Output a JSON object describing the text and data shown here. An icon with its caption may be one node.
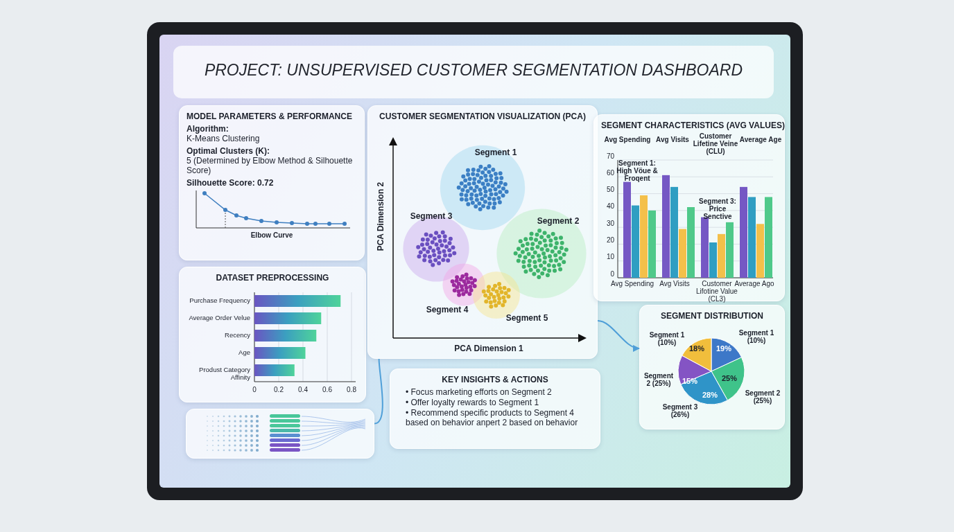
{
  "diagram": {
    "title": "PROJECT: UNSUPERVISED CUSTOMER SEGMENTATION DASHBOARD",
    "nodes": [
      {
        "text": [
          "MODEL PARAMETERS & PERFORMANCE",
          "Algorithm:",
          "K-Means Clustering",
          "Optimal Clusters (K):",
          "5 (Determined by Elbow Method & Silhouette Score)",
          "**Silhouette Score:** 0.72",
          "Elbow Curve"
        ]
      },
      {
        "text": [
          "DATASET PREPROCESSING"
        ]
      },
      {
        "text": [],
        "shape": "box"
      },
      {
        "text": [
          "CUSTOMER SEGMENTATION VISUALIZATION (PCA)"
        ]
      },
      {
        "text": [
          "SEGMENT CHARACTERISTICS (AVG VALUES)"
        ]
      },
      {
        "text": [
          "SEGMENT DISTRIBUTION"
        ]
      },
      {
        "text": [
          "KEY INSIGHTS & ACTIONS",
          "• Focus marketing efforts on Segment 2",
          "• Offer loyalty rewards to Segment 1",
          "• Recommend specific products to Segment 4 based on behavior anpert 2 based on behavior"
        ]
      }
    ],
    "edges": [
      {
        "from": 2,
        "to": 3,
        "arrow": "none"
      },
      {
        "from": 3,
        "to": 5,
        "arrow": "to"
      }
    ],
    "labels": [
      "Segment 1",
      "Segment 3",
      "Segment 2",
      "Segment 4",
      "Segment 5",
      "PCA Dimension 2",
      "PCA Dimension 1",
      "Avg Spending",
      "Avg Visits",
      "Customer Lifetine Veine (CLU)",
      "Average Age",
      "70",
      "60",
      "50",
      "40",
      "30",
      "20",
      "10",
      "0",
      "Segment 1: High Vöue & Froqent",
      "Segment 3: Price Senctive",
      "Avg Spending",
      "Avg Visits",
      "Customer Lifotine Value (CL3)",
      "Average Ago",
      "Segment 1 (10%)",
      "18%",
      "19%",
      "Segment 1 (10%)",
      "Segment 2 (25%)",
      "15%",
      "25%",
      "28%",
      "Segment 2 (25%)",
      "Segment 3 (26%)"
    ],
    "chart_data": {
      "type": "bar",
      "orientation": "horizontal",
      "categories": [
        "Purchase Frequency",
        "Average Order Velue",
        "Recency",
        "Age",
        "Produst Category Affinity"
      ],
      "values": [
        0.71,
        0.55,
        0.51,
        0.42,
        0.33
      ],
      "xticks": [
        0,
        0.2,
        0.4,
        0.6,
        0.8
      ],
      "xlim": [
        0,
        0.8
      ],
      "grid": true
    }
  }
}
